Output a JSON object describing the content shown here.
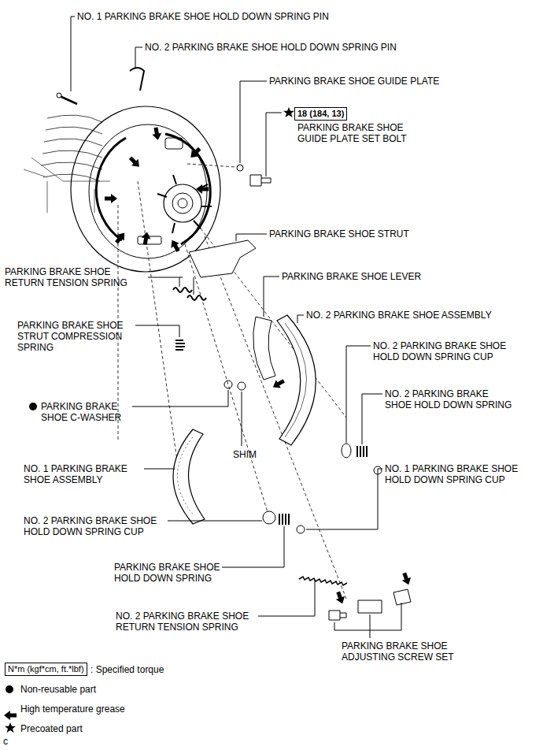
{
  "diagram": {
    "nodes": [
      {
        "text": [
          "18 (184, 13)"
        ]
      },
      {
        "text": [
          "N*m (kgf*cm, ft.*lbf)"
        ]
      }
    ],
    "labels": [
      "NO. 1 PARKING BRAKE SHOE HOLD DOWN SPRING PIN",
      "NO. 2 PARKING BRAKE SHOE HOLD DOWN SPRING PIN",
      "PARKING BRAKE SHOE GUIDE PLATE",
      "PARKING BRAKE SHOE GUIDE PLATE SET BOLT",
      "PARKING BRAKE SHOE STRUT",
      "PARKING BRAKE SHOE RETURN TENSION SPRING",
      "PARKING BRAKE SHOE LEVER",
      "NO. 2 PARKING BRAKE SHOE ASSEMBLY",
      "PARKING BRAKE SHOE STRUT COMPRESSION SPRING",
      "NO. 2 PARKING BRAKE SHOE HOLD DOWN SPRING CUP",
      "PARKING BRAKE SHOE C-WASHER",
      "NO. 2 PARKING BRAKE SHOE HOLD DOWN SPRING",
      "SHIM",
      "NO. 1 PARKING BRAKE SHOE ASSEMBLY",
      "NO. 1 PARKING BRAKE SHOE HOLD DOWN SPRING CUP",
      "NO. 2 PARKING BRAKE SHOE HOLD DOWN SPRING CUP",
      "PARKING BRAKE SHOE HOLD DOWN SPRING",
      "NO. 2 PARKING BRAKE SHOE RETURN TENSION SPRING",
      "PARKING BRAKE SHOE ADJUSTING SCREW SET",
      "c"
    ],
    "legend": [
      {
        "text": ": Specified torque"
      },
      {
        "text": "Non-reusable part"
      },
      {
        "text": "High temperature grease"
      },
      {
        "text": "Precoated part"
      }
    ]
  }
}
